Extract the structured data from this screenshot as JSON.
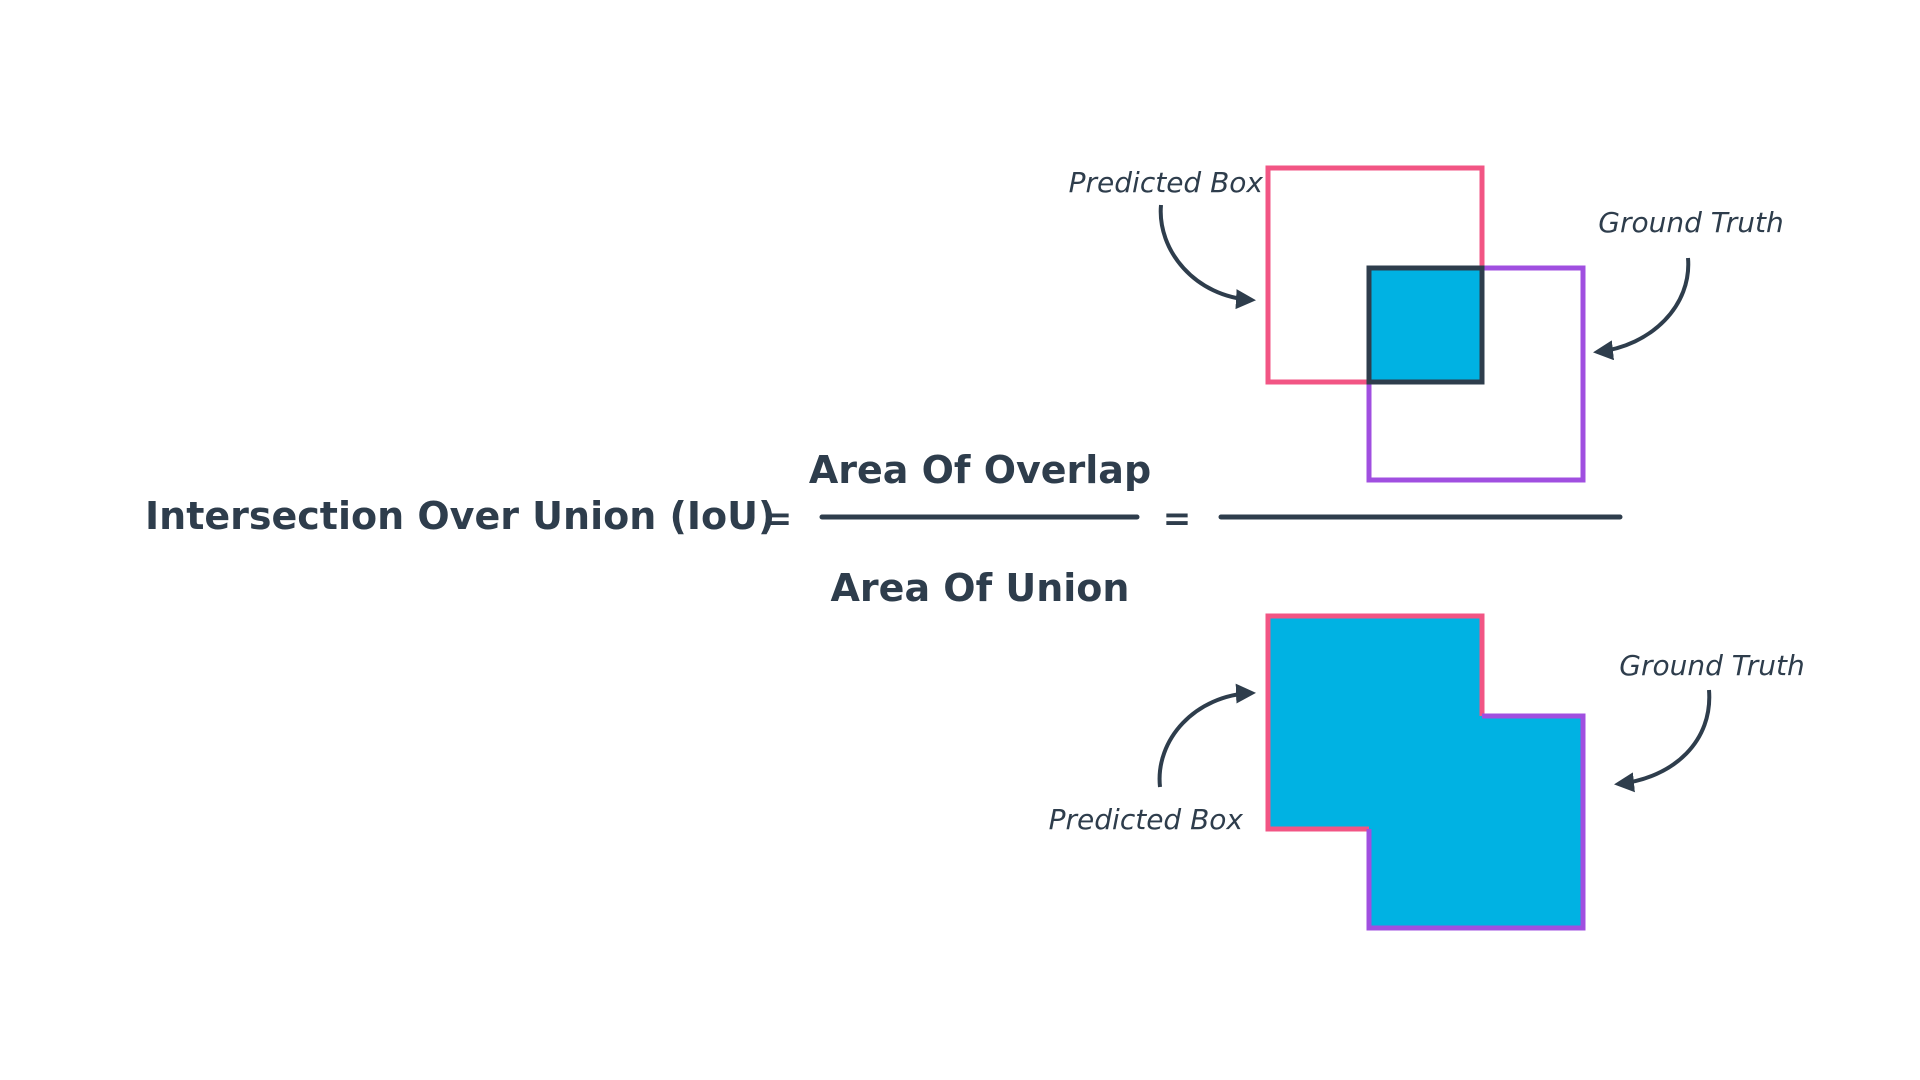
{
  "formula": {
    "lhs": "Intersection Over Union (IoU)",
    "equals_1": "=",
    "numerator": "Area Of Overlap",
    "denominator": "Area Of Union",
    "equals_2": "="
  },
  "overlap_figure": {
    "predicted_label": "Predicted Box",
    "ground_truth_label": "Ground Truth"
  },
  "union_figure": {
    "predicted_label": "Predicted Box",
    "ground_truth_label": "Ground Truth"
  },
  "colors": {
    "text": "#2e3d4c",
    "predicted_box": "#f25584",
    "ground_truth_box": "#a04fe0",
    "fill": "#00b2e3",
    "overlap_outline": "#2e3d4c"
  }
}
